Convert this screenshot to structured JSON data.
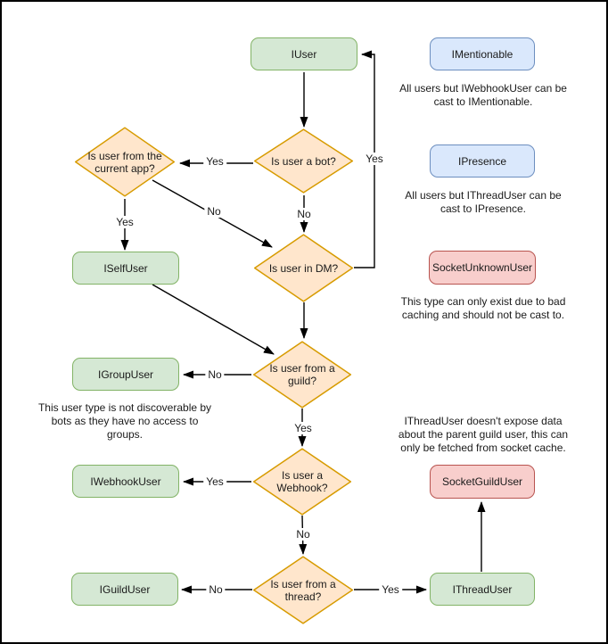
{
  "nodes": {
    "iuser": "IUser",
    "imentionable": "IMentionable",
    "ipresence": "IPresence",
    "socket_unknown_user": "SocketUnknownUser",
    "iselfuser": "ISelfUser",
    "igroupuser": "IGroupUser",
    "iwebhookuser": "IWebhookUser",
    "iguilduser": "IGuildUser",
    "socket_guild_user": "SocketGuildUser",
    "ithreaduser": "IThreadUser"
  },
  "decisions": {
    "is_bot": "Is user a bot?",
    "from_current_app": "Is user from the\ncurrent app?",
    "in_dm": "Is user in DM?",
    "from_guild": "Is user from a\nguild?",
    "is_webhook": "Is user a\nWebhook?",
    "from_thread": "Is user from a\nthread?"
  },
  "edge_labels": {
    "bot_to_current_app": "Yes",
    "bot_to_dm": "No",
    "current_app_to_self": "Yes",
    "current_app_to_dm": "No",
    "dm_to_iuser": "Yes",
    "guild_to_group": "No",
    "guild_to_webhook": "Yes",
    "webhook_to_iwebhook": "Yes",
    "webhook_to_thread": "No",
    "thread_to_iguild": "No",
    "thread_to_ithread": "Yes"
  },
  "notes": {
    "mentionable": "All users but IWebhookUser can be\ncast to IMentionable.",
    "presence": "All users but IThreadUser can be\ncast to IPresence.",
    "unknown_user": "This type can only exist due to bad\ncaching and should not be cast to.",
    "group_user": "This user type is not discoverable by\nbots as they have no access to\ngroups.",
    "thread_user": "IThreadUser doesn't expose data\nabout the parent guild user, this can\nonly be fetched from socket cache."
  },
  "colors": {
    "interface_fill": "#d5e8d4",
    "interface_border": "#82b366",
    "decision_fill": "#ffe6cc",
    "decision_border": "#d79b00",
    "castable_fill": "#dae8fc",
    "castable_border": "#6c8ebf",
    "socket_fill": "#f8cecc",
    "socket_border": "#b85450",
    "connector": "#000000"
  }
}
